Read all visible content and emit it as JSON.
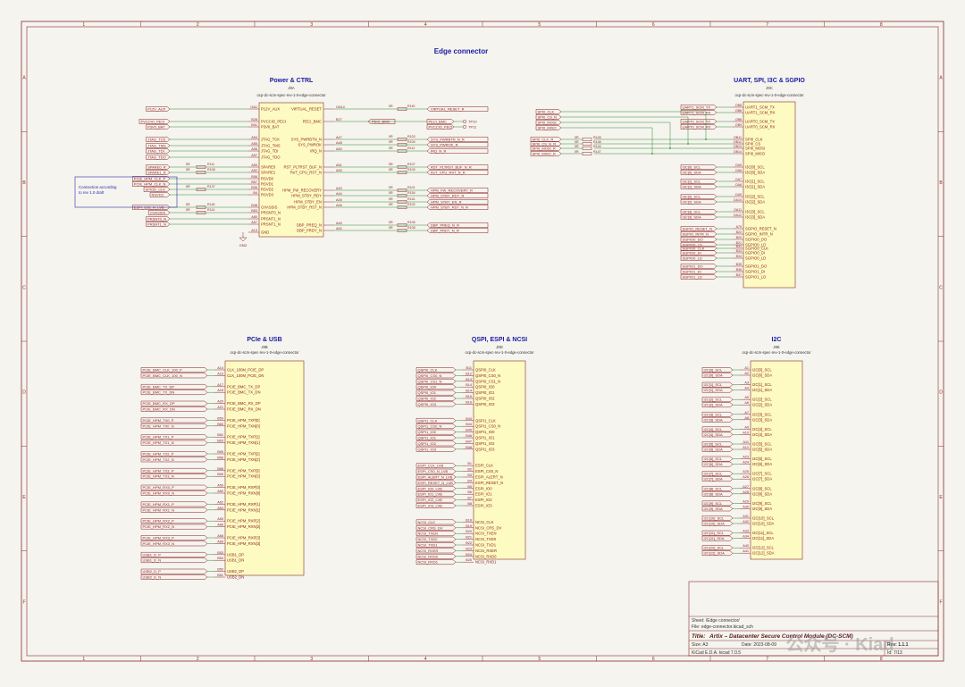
{
  "sheet": {
    "page_title": "Edge connector",
    "col_labels": [
      "1",
      "2",
      "3",
      "4",
      "5",
      "6",
      "7",
      "8"
    ],
    "row_labels": [
      "A",
      "B",
      "C",
      "D",
      "E",
      "F"
    ],
    "note": [
      "Connection according",
      "to rev 1.0 draft"
    ],
    "watermark": "公众号 · Kiad"
  },
  "blocks": [
    {
      "id": "power",
      "title": "Power & CTRL",
      "ref": "J9A",
      "value": "ocp-dc-scm-spec-rev-1-0-edge-connector",
      "left": [
        {
          "net": "P12V_AUX",
          "pin": "OA1",
          "label": "P12V_AUX"
        },
        {
          "net": "PVCCIO_PECI",
          "pin": "B28",
          "label": "PVCCIO_PECI"
        },
        {
          "net": "P3V0_BAT",
          "pin": "B41",
          "label": "P3V0_BAT"
        },
        {
          "net": "JTAG_TCK",
          "pin": "A54",
          "label": "JTAG_TCK"
        },
        {
          "net": "JTAG_TMS",
          "pin": "A55",
          "label": "JTAG_TMS"
        },
        {
          "net": "JTAG_TDI",
          "pin": "A56",
          "label": "JTAG_TDI"
        },
        {
          "net": "JTAG_TDO",
          "pin": "A57",
          "label": "JTAG_TDO"
        },
        {
          "net": "SPARE0_R",
          "pin": "A55",
          "label": "SPARE0"
        },
        {
          "net": "SPARE1_R",
          "pin": "A52",
          "label": "SPARE1"
        },
        {
          "net": "PCIE_HPM_CLK_P",
          "pin": "B56",
          "label": "RSVD0"
        },
        {
          "net": "PCIE_HPM_CLK_N",
          "pin": "B57",
          "label": "RSVD1"
        },
        {
          "net": "SPIOD_CLK",
          "pin": "B35",
          "label": "RSVD2"
        },
        {
          "net": "RSVD3",
          "pin": "B4",
          "label": "RSVD3"
        },
        {
          "net": "ESPI_CS1_N_LVB",
          "pin": "B38",
          "label": "CHASSIS"
        },
        {
          "net": "CHASSIS",
          "pin": "B83",
          "label": "PRSNT0_N"
        },
        {
          "net": "PRSNT0_N",
          "pin": "A80",
          "label": "PRSNT1_N"
        },
        {
          "net": "PRSNT1_N",
          "pin": "A57",
          "label": "PRSNT1_N"
        },
        {
          "net": "GND",
          "pin": "A13",
          "label": "GND"
        }
      ],
      "right": [
        {
          "label": "VIRTUAL_RESET",
          "pin": "OA14",
          "net": "VIRTUAL_RESET_R",
          "res": "R115"
        },
        {
          "label": "PECI_BMC",
          "pin": "B27",
          "net": "PECI_BMC"
        },
        {
          "label": "SYS_PWRBTN_N",
          "pin": "A47",
          "net": "SYS_PWRBTN_N_R",
          "res": "R103"
        },
        {
          "label": "SYS_PWROK",
          "pin": "A48",
          "net": "SYS_PWROK_R",
          "res": "R104"
        },
        {
          "label": "IRQ_N",
          "pin": "A50",
          "net": "IRQ_N_R",
          "res": "R112"
        },
        {
          "label": "RST_PLTRST_BUF_N",
          "pin": "A51",
          "net": "RST_PLTRST_BUF_N_R",
          "res": "R107"
        },
        {
          "label": "RoT_CPU_RST_N",
          "pin": "A53",
          "net": "RoT_CPU_RST_N_R",
          "res": "R109"
        },
        {
          "label": "HPM_FW_RECOVERY",
          "pin": "A43",
          "net": "HPM_FW_RECOVERY_R",
          "res": "R101"
        },
        {
          "label": "HPM_STBY_RDY",
          "pin": "A44",
          "net": "HPM_STBY_RDY_R",
          "res": "R154"
        },
        {
          "label": "HPM_STBY_EN",
          "pin": "A45",
          "net": "HPM_STBY_EN_R",
          "res": "R116"
        },
        {
          "label": "HPM_STBY_RST_N",
          "pin": "A46",
          "net": "HPM_STBY_RST_N_R",
          "res": "R102"
        },
        {
          "label": "DBP_PREQ_N",
          "pin": "A49",
          "net": "DBP_PREQ_N_R",
          "res": "R105"
        },
        {
          "label": "DBP_PRDY_N",
          "pin": "A52",
          "net": "DBP_PRDY_N_R",
          "res": "R108"
        }
      ],
      "testpoints": [
        {
          "net": "PECI_BMC",
          "tp": "TP10"
        },
        {
          "net": "PVCCIO_PECI",
          "tp": "TP11"
        }
      ],
      "gnd_label": "GND"
    },
    {
      "id": "uart",
      "title": "UART, SPI, I3C & SGPIO",
      "ref": "J9C",
      "value": "ocp-dc-scm-spec-rev-1-0-edge-connector",
      "left": [
        {
          "net": "UART1_SCM_TX",
          "pin": "OB8",
          "label": "UART1_SCM_TX"
        },
        {
          "net": "UART1_SCM_RX",
          "pin": "OB6",
          "label": "UART1_SCM_RX"
        },
        {
          "net": "UART0_SCM_TX",
          "pin": "OB8",
          "label": "UART0_SCM_TX"
        },
        {
          "net": "UART0_SCM_RX",
          "pin": "OB9",
          "label": "UART0_SCM_RX"
        },
        {
          "net": "SPI0_CLK_R",
          "pin": "OB11",
          "label": "SPI0_CLK"
        },
        {
          "net": "SPI0_CS_N_R",
          "pin": "OB12",
          "label": "SPI0_CS"
        },
        {
          "net": "SPI0_MOSI_R",
          "pin": "OB13",
          "label": "SPI0_MOSI"
        },
        {
          "net": "SPI0_MISO_R",
          "pin": "OB14",
          "label": "SPI0_MISO"
        },
        {
          "net": "I3C[0]_SCL",
          "pin": "OA5",
          "label": "I3C[0]_SCL"
        },
        {
          "net": "I3C[0]_SDA",
          "pin": "OA6",
          "label": "I3C[0]_SDA"
        },
        {
          "net": "I3C[1]_SCL",
          "pin": "OA7",
          "label": "I3C[1]_SCL"
        },
        {
          "net": "I3C[1]_SDA",
          "pin": "OA8",
          "label": "I3C[1]_SDA"
        },
        {
          "net": "I3C[2]_SCL",
          "pin": "OA9",
          "label": "I3C[2]_SCL"
        },
        {
          "net": "I3C[2]_SDA",
          "pin": "OA10",
          "label": "I3C[2]_SDA"
        },
        {
          "net": "I3C[3]_SCL",
          "pin": "OA11",
          "label": "I3C[3]_SCL"
        },
        {
          "net": "I3C[3]_SDA",
          "pin": "OA12",
          "label": "I3C[3]_SDA"
        },
        {
          "net": "SGPIO_RESET_N",
          "pin": "A79",
          "label": "SGPIO_RESET_N"
        },
        {
          "net": "SGPIO_INTR_N",
          "pin": "B22",
          "label": "SGPIO_INTR_N"
        },
        {
          "net": "SGPIO0_DO",
          "pin": "B20",
          "label": "SGPIO0_DO"
        },
        {
          "net": "SGPIO0_LD",
          "pin": "B21",
          "label": "SGPIO0_LD"
        },
        {
          "net": "SGPIO0_CLK",
          "pin": "B31",
          "label": "SGPIO0_CLK"
        },
        {
          "net": "SGPIO0_DI",
          "pin": "B33",
          "label": "SGPIO0_DI"
        },
        {
          "net": "SGPIO0_LD",
          "pin": "B34",
          "label": "SGPIO0_LD"
        },
        {
          "net": "SGPIO1_DO",
          "pin": "B35",
          "label": "SGPIO1_DO"
        },
        {
          "net": "SGPIO1_DI",
          "pin": "B36",
          "label": "SGPIO1_DI"
        },
        {
          "net": "SGPIO1_LD",
          "pin": "B37",
          "label": "SGPIO1_LD"
        }
      ],
      "spi_nets": [
        "SPI0_CLK",
        "SPI0_CS_N",
        "SPI0_MOSI",
        "SPI0_MISO"
      ],
      "spi_r_nets": [
        "SPI0_CLK_R",
        "SPI0_CS_N_R",
        "SPI0_MOSI_R",
        "SPI0_MISO_R"
      ],
      "spi_res": [
        "R145",
        "R146",
        "R144",
        "R147"
      ]
    },
    {
      "id": "pcie",
      "title": "PCIe & USB",
      "ref": "J9B",
      "value": "ocp-dc-scm-spec-rev-1-0-edge-connector",
      "left": [
        {
          "net": "PCIE_BMC_CLK_100_P",
          "pin": "A14",
          "label": "CLK_100M_PCIE_DP"
        },
        {
          "net": "PCIE_BMC_CLK_100_N",
          "pin": "A15",
          "label": "CLK_100M_PCIE_DN"
        },
        {
          "net": "PCIE_BMC_TX_DP",
          "pin": "A17",
          "label": "PCIE_BMC_TX_DP"
        },
        {
          "net": "PCIE_BMC_TX_DN",
          "pin": "A18",
          "label": "PCIE_BMC_TX_DN"
        },
        {
          "net": "PCIE_BMC_RX_DP",
          "pin": "A20",
          "label": "PCIE_BMC_RX_DP"
        },
        {
          "net": "PCIE_BMC_RX_DN",
          "pin": "A21",
          "label": "PCIE_BMC_RX_DN"
        },
        {
          "net": "PCIE_HPM_TX0_P",
          "pin": "B59",
          "label": "PCIE_HPM_TXP[0]"
        },
        {
          "net": "PCIE_HPM_TX0_N",
          "pin": "B60",
          "label": "PCIE_HPM_TXN[0]"
        },
        {
          "net": "PCIE_HPM_TX1_P",
          "pin": "B62",
          "label": "PCIE_HPM_TXP[1]"
        },
        {
          "net": "PCIE_HPM_TX1_N",
          "pin": "B63",
          "label": "PCIE_HPM_TXN[1]"
        },
        {
          "net": "PCIE_HPM_TX2_P",
          "pin": "B65",
          "label": "PCIE_HPM_TXP[2]"
        },
        {
          "net": "PCIE_HPM_TX2_N",
          "pin": "B66",
          "label": "PCIE_HPM_TXN[2]"
        },
        {
          "net": "PCIE_HPM_TX3_P",
          "pin": "B68",
          "label": "PCIE_HPM_TXP[3]"
        },
        {
          "net": "PCIE_HPM_TX3_N",
          "pin": "B69",
          "label": "PCIE_HPM_TXN[3]"
        },
        {
          "net": "PCIE_HPM_RX0_P",
          "pin": "A59",
          "label": "PCIE_HPM_RXP[0]"
        },
        {
          "net": "PCIE_HPM_RX0_N",
          "pin": "A60",
          "label": "PCIE_HPM_RXN[0]"
        },
        {
          "net": "PCIE_HPM_RX1_P",
          "pin": "A62",
          "label": "PCIE_HPM_RXP[1]"
        },
        {
          "net": "PCIE_HPM_RX1_N",
          "pin": "A63",
          "label": "PCIE_HPM_RXN[1]"
        },
        {
          "net": "PCIE_HPM_RX2_P",
          "pin": "A65",
          "label": "PCIE_HPM_RXP[2]"
        },
        {
          "net": "PCIE_HPM_RX2_N",
          "pin": "A66",
          "label": "PCIE_HPM_RXN[2]"
        },
        {
          "net": "PCIE_HPM_RX3_P",
          "pin": "A68",
          "label": "PCIE_HPM_RXP[3]"
        },
        {
          "net": "PCIE_HPM_RX3_N",
          "pin": "A69",
          "label": "PCIE_HPM_RXN[3]"
        },
        {
          "net": "USB1_D_P",
          "pin": "B53",
          "label": "USB1_DP"
        },
        {
          "net": "USB1_D_N",
          "pin": "B54",
          "label": "USB1_DN"
        },
        {
          "net": "USB2_D_P",
          "pin": "B50",
          "label": "USB2_DP"
        },
        {
          "net": "USB2_D_N",
          "pin": "B51",
          "label": "USB2_DN"
        }
      ]
    },
    {
      "id": "qspi",
      "title": "QSPI, ESPI & NCSI",
      "ref": "J9D",
      "value": "ocp-dc-scm-spec-rev-1-0-edge-connector",
      "left": [
        {
          "net": "QSPI0_CLK",
          "pin": "B11",
          "label": "QSPI0_CLK"
        },
        {
          "net": "QSPI0_CS0_N",
          "pin": "B12",
          "label": "QSPI0_CS0_N"
        },
        {
          "net": "QSPI0_CS1_N",
          "pin": "B13",
          "label": "QSPI0_CS1_N"
        },
        {
          "net": "QSPI0_IO0",
          "pin": "B14",
          "label": "QSPI0_IO0"
        },
        {
          "net": "QSPI0_IO1",
          "pin": "B14",
          "label": "QSPI0_IO1"
        },
        {
          "net": "QSPI0_IO2",
          "pin": "B15",
          "label": "QSPI0_IO2"
        },
        {
          "net": "QSPI0_IO3",
          "pin": "B16",
          "label": "QSPI0_IO3"
        },
        {
          "net": "QSPI1_CLK",
          "pin": "B43",
          "label": "QSPI1_CLK"
        },
        {
          "net": "QSPI1_CS0_N",
          "pin": "B44",
          "label": "QSPI1_CS0_N"
        },
        {
          "net": "QSPI1_IO0",
          "pin": "B45",
          "label": "QSPI1_IO0"
        },
        {
          "net": "QSPI1_IO1",
          "pin": "B46",
          "label": "QSPI1_IO1"
        },
        {
          "net": "QSPI1_IO2",
          "pin": "B47",
          "label": "QSPI1_IO2"
        },
        {
          "net": "QSPI1_IO3",
          "pin": "B48",
          "label": "QSPI1_IO3"
        },
        {
          "net": "ESPI_CLK_LVB",
          "pin": "B1",
          "label": "ESPI_CLK"
        },
        {
          "net": "ESPI_CS0_N_LVB",
          "pin": "B2",
          "label": "ESPI_CS0_N"
        },
        {
          "net": "ESPI_ALERT_N_LVB",
          "pin": "B3",
          "label": "ESPI_ALERT_N"
        },
        {
          "net": "ESPI_RESET_N_LVB",
          "pin": "B4",
          "label": "ESPI_RESET_N"
        },
        {
          "net": "ESPI_IO0_LVB",
          "pin": "B5",
          "label": "ESPI_IO0"
        },
        {
          "net": "ESPI_IO1_LVB",
          "pin": "B6",
          "label": "ESPI_IO1"
        },
        {
          "net": "ESPI_IO2_LVB",
          "pin": "B7",
          "label": "ESPI_IO2"
        },
        {
          "net": "ESPI_IO3_LVB",
          "pin": "B8",
          "label": "ESPI_IO3"
        },
        {
          "net": "NCSI_CLK",
          "pin": "B18",
          "label": "NCSI_CLK"
        },
        {
          "net": "NCSI_CRS_DV",
          "pin": "B19",
          "label": "NCSI_CRS_DV"
        },
        {
          "net": "NCSI_TXEN",
          "pin": "B20",
          "label": "NCSI_TXEN"
        },
        {
          "net": "NCSI_TXD0",
          "pin": "B21",
          "label": "NCSI_TXD0"
        },
        {
          "net": "NCSI_TXD1",
          "pin": "B22",
          "label": "NCSI_TXD1"
        },
        {
          "net": "NCSI_RXER",
          "pin": "B23",
          "label": "NCSI_RXER"
        },
        {
          "net": "NCSI_RXD0",
          "pin": "B24",
          "label": "NCSI_RXD0"
        },
        {
          "net": "NCSI_RXD1",
          "pin": "B25",
          "label": "NCSI_RXD1"
        }
      ]
    },
    {
      "id": "i2c",
      "title": "I2C",
      "ref": "J9E",
      "value": "ocp-dc-scm-spec-rev-1-0-edge-connector",
      "left": [
        {
          "net": "I2C[0]_SCL",
          "pin": "A1",
          "label": "I2C[0]_SCL"
        },
        {
          "net": "I2C[0]_SDA",
          "pin": "A2",
          "label": "I2C[0]_SDA"
        },
        {
          "net": "I2C[1]_SCL",
          "pin": "A3",
          "label": "I2C[1]_SCL"
        },
        {
          "net": "I2C[1]_SDA",
          "pin": "A4",
          "label": "I2C[1]_SDA"
        },
        {
          "net": "I2C[2]_SCL",
          "pin": "A5",
          "label": "I2C[2]_SCL"
        },
        {
          "net": "I2C[2]_SDA",
          "pin": "A6",
          "label": "I2C[2]_SDA"
        },
        {
          "net": "I2C[3]_SCL",
          "pin": "A7",
          "label": "I2C[3]_SCL"
        },
        {
          "net": "I2C[3]_SDA",
          "pin": "A8",
          "label": "I2C[3]_SDA"
        },
        {
          "net": "I2C[4]_SCL",
          "pin": "A9",
          "label": "I2C[4]_SCL"
        },
        {
          "net": "I2C[4]_SDA",
          "pin": "A10",
          "label": "I2C[4]_SDA"
        },
        {
          "net": "I2C[5]_SCL",
          "pin": "A11",
          "label": "I2C[5]_SCL"
        },
        {
          "net": "I2C[5]_SDA",
          "pin": "A12",
          "label": "I2C[5]_SDA"
        },
        {
          "net": "I2C[6]_SCL",
          "pin": "A23",
          "label": "I2C[6]_SCL"
        },
        {
          "net": "I2C[6]_SDA",
          "pin": "A24",
          "label": "I2C[6]_SDA"
        },
        {
          "net": "I2C[7]_SCL",
          "pin": "A25",
          "label": "I2C[7]_SCL"
        },
        {
          "net": "I2C[7]_SDA",
          "pin": "A26",
          "label": "I2C[7]_SDA"
        },
        {
          "net": "I2C[8]_SCL",
          "pin": "A27",
          "label": "I2C[8]_SCL"
        },
        {
          "net": "I2C[8]_SDA",
          "pin": "A28",
          "label": "I2C[8]_SDA"
        },
        {
          "net": "I2C[9]_SCL",
          "pin": "A29",
          "label": "I2C[9]_SCL"
        },
        {
          "net": "I2C[9]_SDA",
          "pin": "A30",
          "label": "I2C[9]_SDA"
        },
        {
          "net": "I2C[10]_SCL",
          "pin": "A31",
          "label": "I2C[10]_SCL"
        },
        {
          "net": "I2C[10]_SDA",
          "pin": "A32",
          "label": "I2C[10]_SDA"
        },
        {
          "net": "I2C[11]_SCL",
          "pin": "A33",
          "label": "I2C[11]_SCL"
        },
        {
          "net": "I2C[11]_SDA",
          "pin": "A34",
          "label": "I2C[11]_SDA"
        },
        {
          "net": "I2C[12]_SCL",
          "pin": "A40",
          "label": "I2C[12]_SCL"
        },
        {
          "net": "I2C[12]_SDA",
          "pin": "A41",
          "label": "I2C[12]_SDA"
        }
      ]
    }
  ],
  "title_block": {
    "sheet": "Sheet: /Edge connector/",
    "file": "File: edge-connector.kicad_sch",
    "title_prefix": "Title:",
    "title": "Artix – Datacenter Secure Control Module (DC-SCM)",
    "size": "Size: A3",
    "date": "Date: 2023-08-09",
    "rev": "Rev: 1.1.1",
    "kicad": "KiCad E.D.A.  kicad 7.0.5",
    "id": "Id: 7/13"
  },
  "colors": {
    "paper": "#f5f4ef",
    "frame": "#8a2a2a",
    "body_fill": "#fdfbc2",
    "body_stroke": "#8a2a2a",
    "pin": "#8a2a2a",
    "wire": "#2e8a2e",
    "label": "#8a1c1c",
    "title": "#1a1aa0",
    "note": "#2a2aa6"
  }
}
